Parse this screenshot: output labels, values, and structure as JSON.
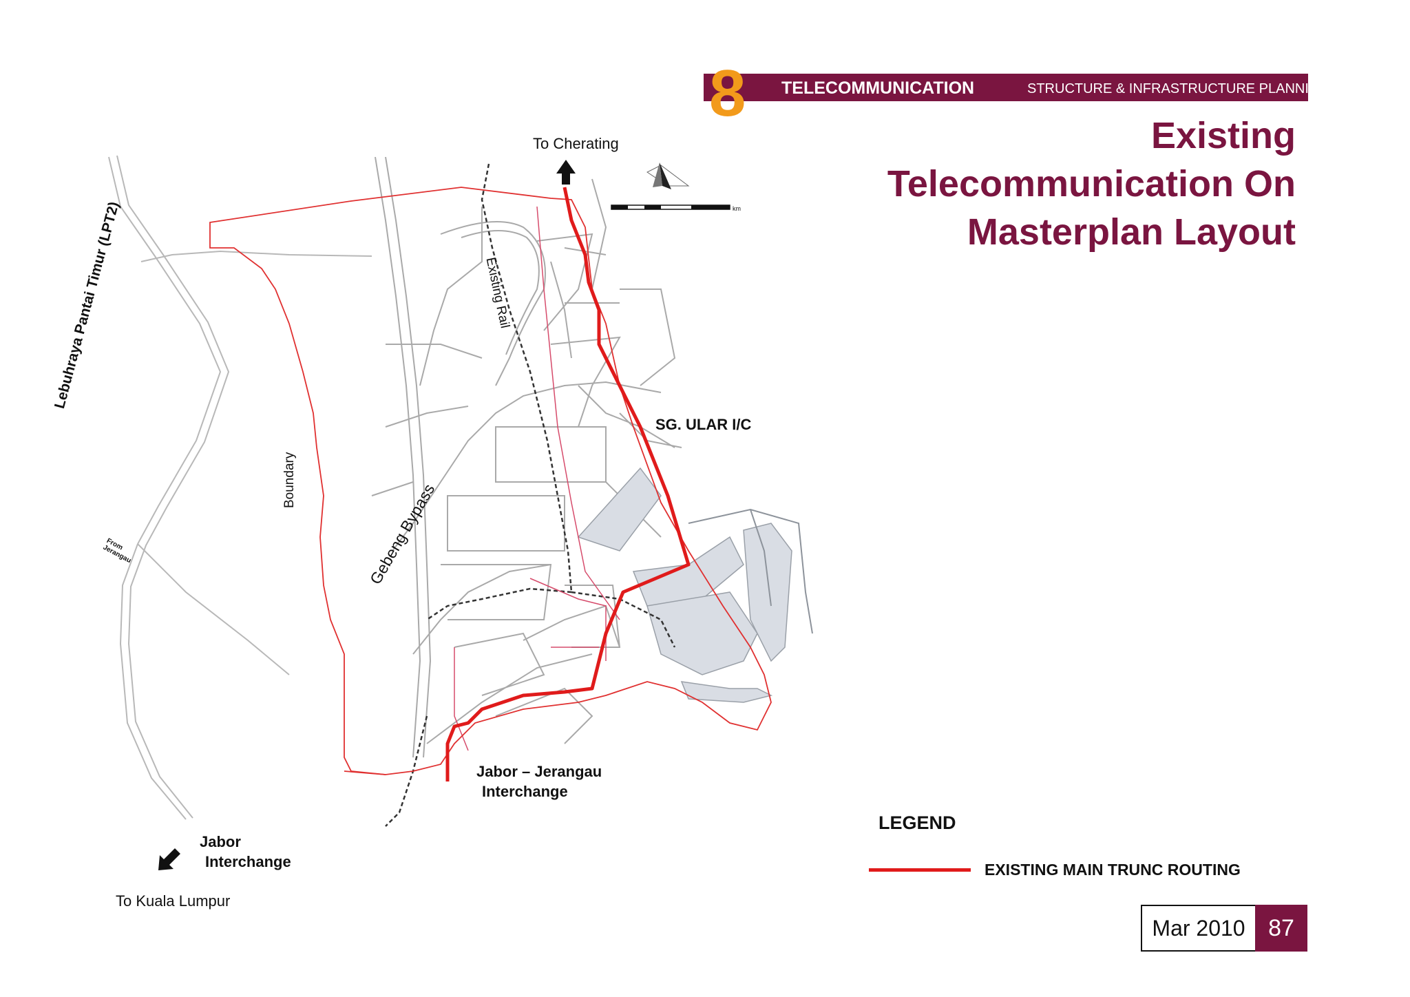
{
  "header": {
    "section_number": "8",
    "section_title": "TELECOMMUNICATION",
    "section_subtitle": "STRUCTURE & INFRASTRUCTURE PLANNING",
    "brand_color": "#7a1540",
    "accent_color": "#f29a1b"
  },
  "title": {
    "line1": "Existing",
    "line2": "Telecommunication On",
    "line3": "Masterplan Layout"
  },
  "map": {
    "to_cherating": "To Cherating",
    "lebuhraya": "Lebuhraya Pantai Timur  (LPT2)",
    "from_jerangau_1": "From",
    "from_jerangau_2": "Jerangau",
    "boundary": "Boundary",
    "gebeng_bypass": "Gebeng Bypass",
    "existing_rail": "Existing Rail",
    "sg_ular": "SG. ULAR I/C",
    "jabor_jerangau_1": "Jabor – Jerangau",
    "jabor_jerangau_2": "Interchange",
    "jabor_1": "Jabor",
    "jabor_2": "Interchange",
    "to_kl": "To Kuala Lumpur",
    "scale_unit": "km",
    "route_color": "#e01b1b",
    "boundary_color": "#e03030"
  },
  "legend": {
    "title": "LEGEND",
    "item": "EXISTING MAIN TRUNC ROUTING"
  },
  "footer": {
    "date": "Mar 2010",
    "page": "87"
  }
}
